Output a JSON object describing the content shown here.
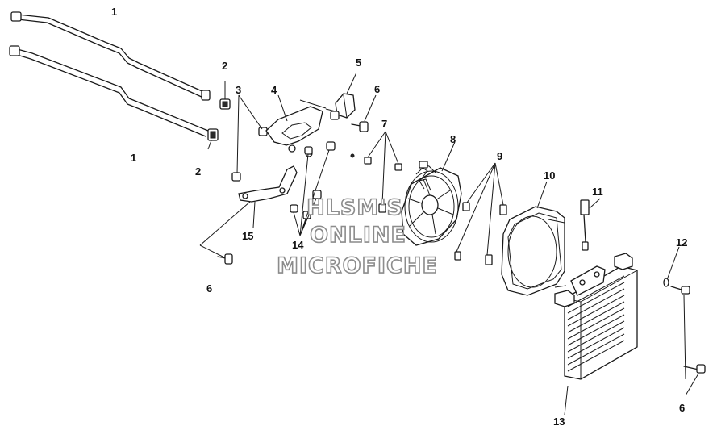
{
  "callouts": [
    {
      "id": "c1a",
      "text": "1"
    },
    {
      "id": "c1b",
      "text": "1"
    },
    {
      "id": "c2a",
      "text": "2"
    },
    {
      "id": "c2b",
      "text": "2"
    },
    {
      "id": "c3",
      "text": "3"
    },
    {
      "id": "c4",
      "text": "4"
    },
    {
      "id": "c5",
      "text": "5"
    },
    {
      "id": "c6a",
      "text": "6"
    },
    {
      "id": "c6b",
      "text": "6"
    },
    {
      "id": "c6c",
      "text": "6"
    },
    {
      "id": "c7",
      "text": "7"
    },
    {
      "id": "c8",
      "text": "8"
    },
    {
      "id": "c9",
      "text": "9"
    },
    {
      "id": "c10",
      "text": "10"
    },
    {
      "id": "c11",
      "text": "11"
    },
    {
      "id": "c12",
      "text": "12"
    },
    {
      "id": "c13",
      "text": "13"
    },
    {
      "id": "c14",
      "text": "14"
    },
    {
      "id": "c15",
      "text": "15"
    }
  ],
  "watermark": {
    "line1": "HLSM'S",
    "line2": "ONLINE",
    "line3": "MICROFICHE"
  }
}
